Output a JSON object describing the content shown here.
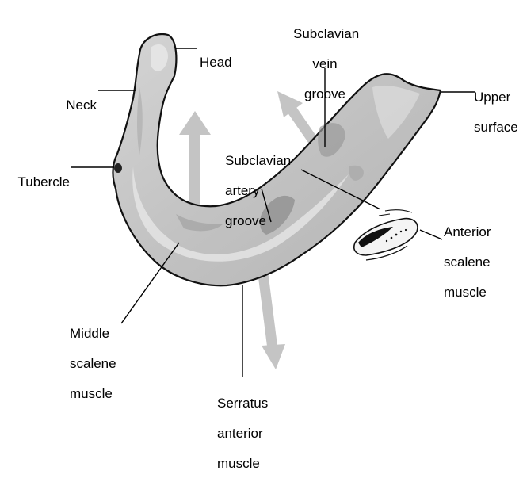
{
  "labels": {
    "head": "Head",
    "neck": "Neck",
    "tubercle": "Tubercle",
    "subclavian_vein_groove": [
      "Subclavian",
      "vein",
      "groove"
    ],
    "subclavian_artery_groove": [
      "Subclavian",
      "artery",
      "groove"
    ],
    "upper_surface": [
      "Upper",
      "surface"
    ],
    "anterior_scalene_muscle": [
      "Anterior",
      "scalene",
      "muscle"
    ],
    "middle_scalene_muscle": [
      "Middle",
      "scalene",
      "muscle"
    ],
    "serratus_anterior_muscle": [
      "Serratus",
      "anterior",
      "muscle"
    ]
  },
  "colors": {
    "bone_fill": "#c8c8c8",
    "bone_light": "#e2e2e2",
    "bone_dark": "#8e8e8e",
    "outline": "#111111",
    "arrow": "#c4c4c4",
    "leader": "#000000"
  },
  "icons": {
    "arrows": "force-direction-arrows",
    "tendon": "anterior-scalene-tendon-sketch"
  }
}
